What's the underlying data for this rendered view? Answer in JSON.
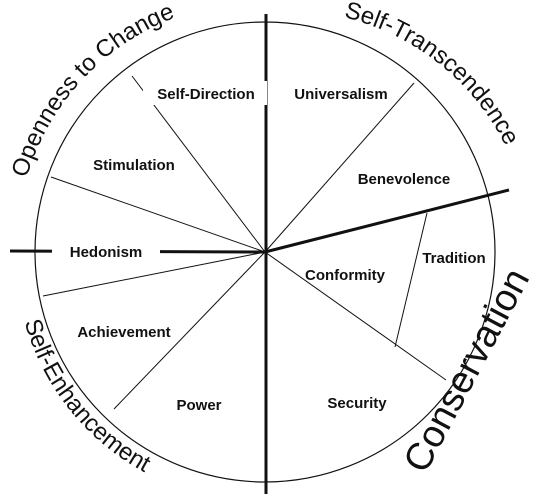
{
  "colors": {
    "ink": "#111111",
    "background": "#ffffff"
  },
  "values": {
    "self_direction": "Self-Direction",
    "universalism": "Universalism",
    "stimulation": "Stimulation",
    "benevolence": "Benevolence",
    "hedonism": "Hedonism",
    "tradition": "Tradition",
    "conformity": "Conformity",
    "achievement": "Achievement",
    "power": "Power",
    "security": "Security"
  },
  "higher_order": {
    "openness": "Openness to Change",
    "self_transcendence": "Self-Transcendence",
    "self_enhancement": "Self-Enhancement",
    "conservation": "Conservation"
  }
}
